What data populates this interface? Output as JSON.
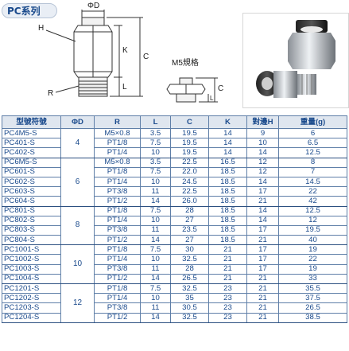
{
  "series_title": "PC系列",
  "drawing_labels": {
    "phi_d": "ΦD",
    "h": "H",
    "k": "K",
    "c": "C",
    "r": "R",
    "l": "L",
    "m5_note": "M5規格"
  },
  "table": {
    "headers": [
      "型號符號",
      "ΦD",
      "R",
      "L",
      "C",
      "K",
      "對邊H",
      "重量(g)"
    ],
    "groups": [
      {
        "d": "4",
        "rows": [
          [
            "PC4M5-S",
            "M5×0.8",
            "3.5",
            "19.5",
            "14",
            "9",
            "6"
          ],
          [
            "PC401-S",
            "PT1/8",
            "7.5",
            "19.5",
            "14",
            "10",
            "6.5"
          ],
          [
            "PC402-S",
            "PT1/4",
            "10",
            "19.5",
            "14",
            "14",
            "12.5"
          ]
        ]
      },
      {
        "d": "6",
        "rows": [
          [
            "PC6M5-S",
            "M5×0.8",
            "3.5",
            "22.5",
            "16.5",
            "12",
            "8"
          ],
          [
            "PC601-S",
            "PT1/8",
            "7.5",
            "22.0",
            "18.5",
            "12",
            "7"
          ],
          [
            "PC602-S",
            "PT1/4",
            "10",
            "24.5",
            "18.5",
            "14",
            "14.5"
          ],
          [
            "PC603-S",
            "PT3/8",
            "11",
            "22.5",
            "18.5",
            "17",
            "22"
          ],
          [
            "PC604-S",
            "PT1/2",
            "14",
            "26.0",
            "18.5",
            "21",
            "42"
          ]
        ]
      },
      {
        "d": "8",
        "rows": [
          [
            "PC801-S",
            "PT1/8",
            "7.5",
            "28",
            "18.5",
            "14",
            "12.5"
          ],
          [
            "PC802-S",
            "PT1/4",
            "10",
            "27",
            "18.5",
            "14",
            "12"
          ],
          [
            "PC803-S",
            "PT3/8",
            "11",
            "23.5",
            "18.5",
            "17",
            "19.5"
          ],
          [
            "PC804-S",
            "PT1/2",
            "14",
            "27",
            "18.5",
            "21",
            "40"
          ]
        ]
      },
      {
        "d": "10",
        "rows": [
          [
            "PC1001-S",
            "PT1/8",
            "7.5",
            "30",
            "21",
            "17",
            "19"
          ],
          [
            "PC1002-S",
            "PT1/4",
            "10",
            "32.5",
            "21",
            "17",
            "22"
          ],
          [
            "PC1003-S",
            "PT3/8",
            "11",
            "28",
            "21",
            "17",
            "19"
          ],
          [
            "PC1004-S",
            "PT1/2",
            "14",
            "26.5",
            "21",
            "21",
            "33"
          ]
        ]
      },
      {
        "d": "12",
        "rows": [
          [
            "PC1201-S",
            "PT1/8",
            "7.5",
            "32.5",
            "23",
            "21",
            "35.5"
          ],
          [
            "PC1202-S",
            "PT1/4",
            "10",
            "35",
            "23",
            "21",
            "37.5"
          ],
          [
            "PC1203-S",
            "PT3/8",
            "11",
            "30.5",
            "23",
            "21",
            "26.5"
          ],
          [
            "PC1204-S",
            "PT1/2",
            "14",
            "32.5",
            "23",
            "21",
            "38.5"
          ]
        ]
      }
    ]
  }
}
